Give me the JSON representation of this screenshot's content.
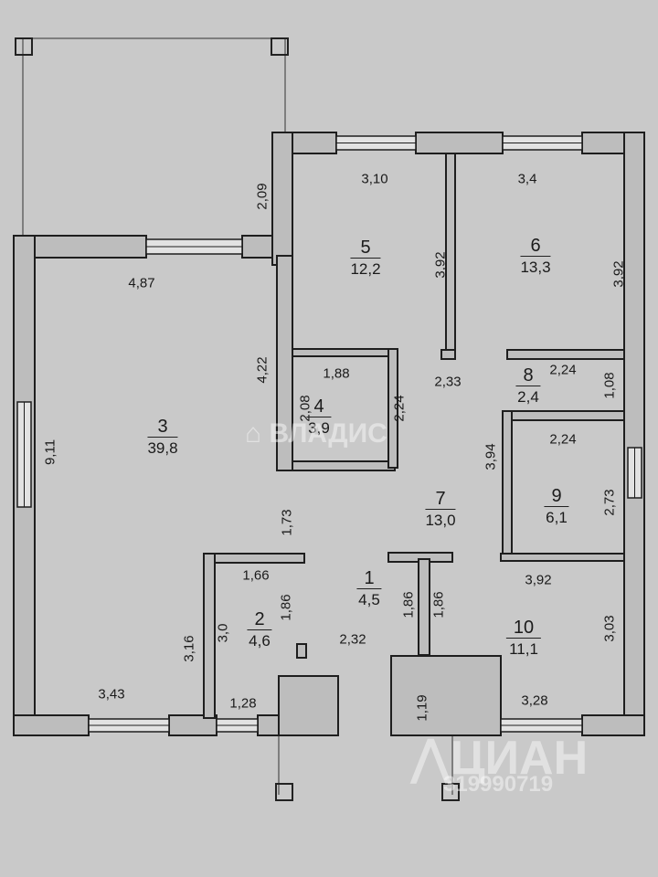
{
  "rooms": [
    {
      "number": "1",
      "area": "4,5"
    },
    {
      "number": "2",
      "area": "4,6"
    },
    {
      "number": "3",
      "area": "39,8"
    },
    {
      "number": "4",
      "area": "3,9"
    },
    {
      "number": "5",
      "area": "12,2"
    },
    {
      "number": "6",
      "area": "13,3"
    },
    {
      "number": "7",
      "area": "13,0"
    },
    {
      "number": "8",
      "area": "2,4"
    },
    {
      "number": "9",
      "area": "6,1"
    },
    {
      "number": "10",
      "area": "11,1"
    }
  ],
  "dimensions": [
    "2,09",
    "3,10",
    "3,4",
    "3,92",
    "3,92",
    "3,92",
    "4,87",
    "4,22",
    "1,88",
    "2,08",
    "2,24",
    "2,33",
    "2,24",
    "1,08",
    "2,24",
    "3,94",
    "9,11",
    "1,73",
    "2,73",
    "1,66",
    "1,86",
    "3,0",
    "3,16",
    "1,86",
    "1,86",
    "2,32",
    "3,92",
    "3,03",
    "3,43",
    "1,28",
    "1,19",
    "3,28"
  ],
  "watermarks": {
    "vladis": "ВЛАДИС",
    "cian": "ЦИАН",
    "listing_id": "319990719"
  },
  "colors": {
    "paper": "#c9c9c9",
    "wall": "#bdbdbd",
    "line": "#1e1e1e"
  }
}
